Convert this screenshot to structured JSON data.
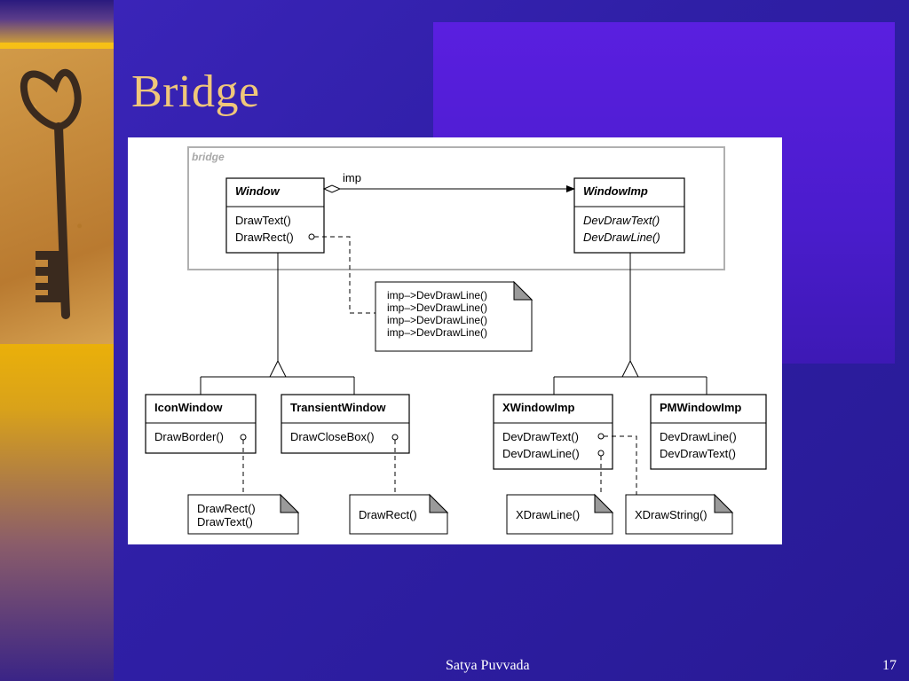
{
  "slide": {
    "title": "Bridge",
    "footer_author": "Satya Puvvada",
    "page_number": "17"
  },
  "diagram": {
    "frame_label": "bridge",
    "association_label": "imp",
    "classes": {
      "window": {
        "name": "Window",
        "ops": [
          "DrawText()",
          "DrawRect()"
        ]
      },
      "window_imp": {
        "name": "WindowImp",
        "ops": [
          "DevDrawText()",
          "DevDrawLine()"
        ]
      },
      "icon_window": {
        "name": "IconWindow",
        "ops": [
          "DrawBorder()"
        ]
      },
      "transient_window": {
        "name": "TransientWindow",
        "ops": [
          "DrawCloseBox()"
        ]
      },
      "x_window_imp": {
        "name": "XWindowImp",
        "ops": [
          "DevDrawText()",
          "DevDrawLine()"
        ]
      },
      "pm_window_imp": {
        "name": "PMWindowImp",
        "ops": [
          "DevDrawLine()",
          "DevDrawText()"
        ]
      }
    },
    "notes": {
      "draw_rect_impl": [
        "imp–>DevDrawLine()",
        "imp–>DevDrawLine()",
        "imp–>DevDrawLine()",
        "imp–>DevDrawLine()"
      ],
      "draw_border_impl": [
        "DrawRect()",
        "DrawText()"
      ],
      "draw_close_box_impl": [
        "DrawRect()"
      ],
      "x_draw_line_impl": [
        "XDrawLine()"
      ],
      "x_draw_string_impl": [
        "XDrawString()"
      ]
    }
  },
  "colors": {
    "title": "#f0c77a",
    "background": "#2a1a9e",
    "accent_bar": "#f4b800"
  }
}
